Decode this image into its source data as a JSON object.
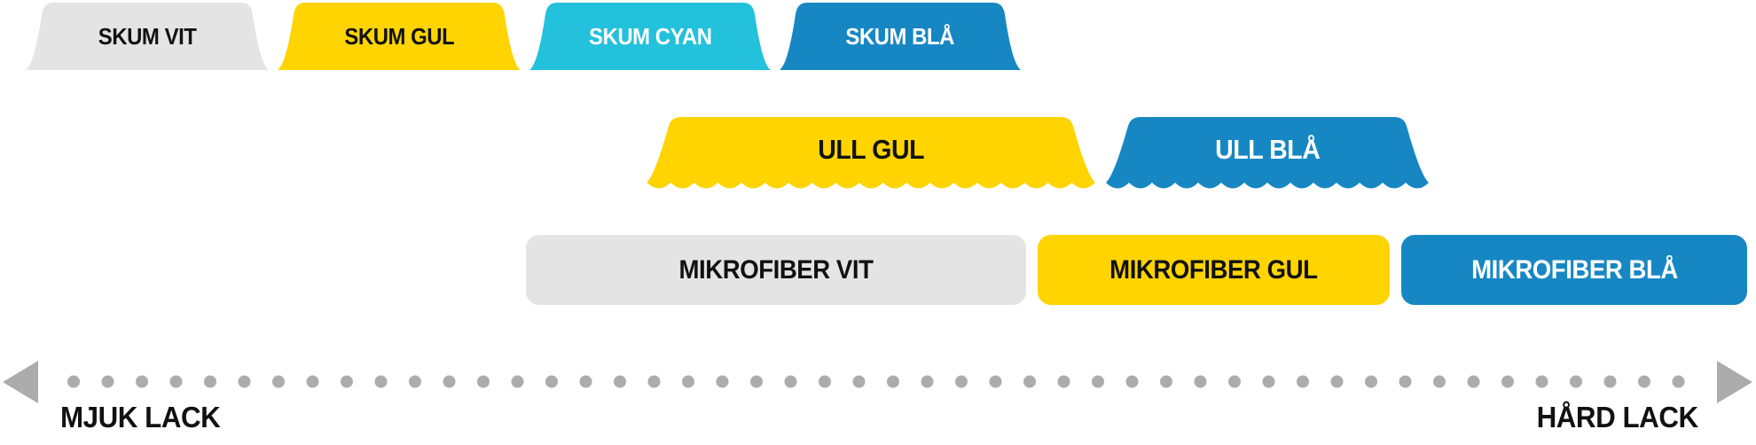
{
  "palette": {
    "yellow": "#FFD400",
    "cyan": "#23C1DC",
    "blue": "#1787C4",
    "pad_gray": "#E4E4E4",
    "axis_gray": "#ACACAC",
    "text_dark": "#111111",
    "text_light": "#FFFFFF"
  },
  "pads": {
    "skum": [
      {
        "label": "SKUM VIT",
        "color": "#E4E4E4",
        "text_color": "#111111"
      },
      {
        "label": "SKUM GUL",
        "color": "#FFD400",
        "text_color": "#111111"
      },
      {
        "label": "SKUM CYAN",
        "color": "#23C1DC",
        "text_color": "#FFFFFF"
      },
      {
        "label": "SKUM BLÅ",
        "color": "#1787C4",
        "text_color": "#FFFFFF"
      }
    ],
    "ull": [
      {
        "label": "ULL GUL",
        "color": "#FFD400",
        "text_color": "#111111"
      },
      {
        "label": "ULL BLÅ",
        "color": "#1787C4",
        "text_color": "#FFFFFF"
      }
    ],
    "mikrofiber": [
      {
        "label": "MIKROFIBER VIT",
        "color": "#E4E4E4",
        "text_color": "#111111"
      },
      {
        "label": "MIKROFIBER GUL",
        "color": "#FFD400",
        "text_color": "#111111"
      },
      {
        "label": "MIKROFIBER BLÅ",
        "color": "#1787C4",
        "text_color": "#FFFFFF"
      }
    ]
  },
  "axis": {
    "left_label": "MJUK LACK",
    "right_label": "HÅRD LACK"
  }
}
